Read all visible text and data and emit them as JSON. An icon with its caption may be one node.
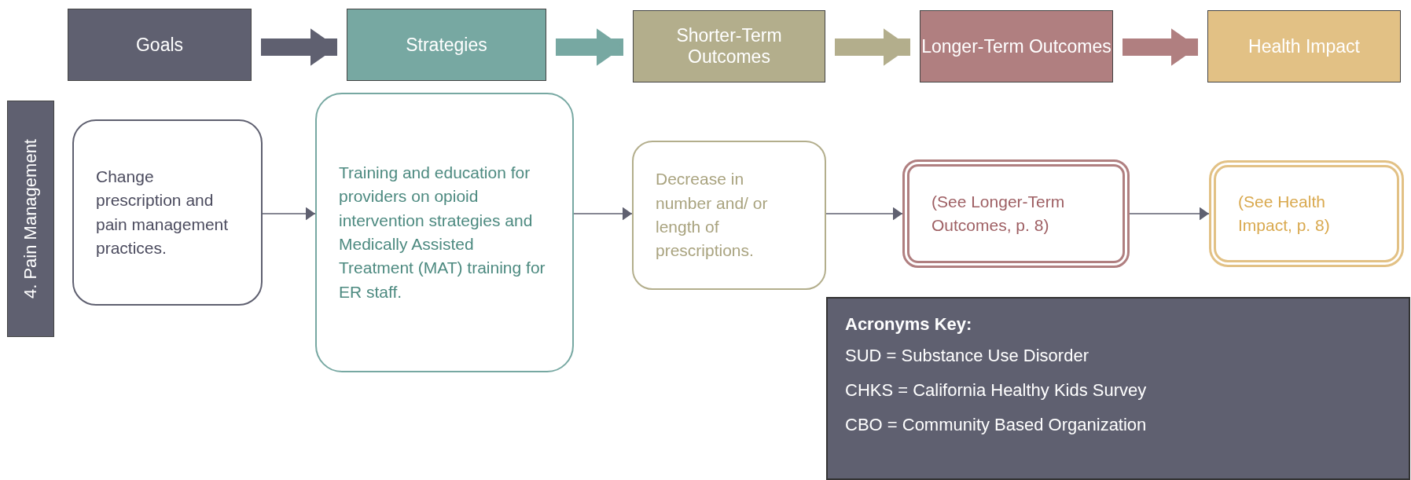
{
  "diagram": {
    "nodes": [
      {
        "text": [
          "Goals"
        ]
      },
      {
        "text": [
          "Strategies"
        ]
      },
      {
        "text": [
          "Shorter-Term Outcomes"
        ]
      },
      {
        "text": [
          "Longer-Term Outcomes"
        ]
      },
      {
        "text": [
          "Health Impact"
        ]
      },
      {
        "text": [
          "4. Pain Management"
        ]
      },
      {
        "text": [
          "Change prescription and pain management practices."
        ]
      },
      {
        "text": [
          "Training and education for providers on opioid intervention strategies and Medically Assisted Treatment (MAT) training for ER staff."
        ]
      },
      {
        "text": [
          "Decrease in number and/ or length of prescriptions."
        ]
      },
      {
        "text": [
          "(See Longer-Term Outcomes, p. 8)"
        ]
      },
      {
        "text": [
          "(See Health Impact, p. 8)"
        ]
      },
      {
        "text": [
          "Acronyms Key:",
          "SUD = Substance Use Disorder",
          "CHKS = California Healthy Kids Survey",
          "CBO = Community Based Organization"
        ]
      }
    ],
    "edges": [
      {
        "from": 0,
        "to": 1,
        "arrow": "to",
        "style": "thick",
        "color": "#5f6070"
      },
      {
        "from": 1,
        "to": 2,
        "arrow": "to",
        "style": "thick",
        "color": "#77a8a2"
      },
      {
        "from": 2,
        "to": 3,
        "arrow": "to",
        "style": "thick",
        "color": "#b3ae8c"
      },
      {
        "from": 3,
        "to": 4,
        "arrow": "to",
        "style": "thick",
        "color": "#b07f80"
      },
      {
        "from": 6,
        "to": 7,
        "arrow": "to"
      },
      {
        "from": 7,
        "to": 8,
        "arrow": "to"
      },
      {
        "from": 8,
        "to": 9,
        "arrow": "to"
      },
      {
        "from": 9,
        "to": 10,
        "arrow": "to"
      }
    ]
  }
}
